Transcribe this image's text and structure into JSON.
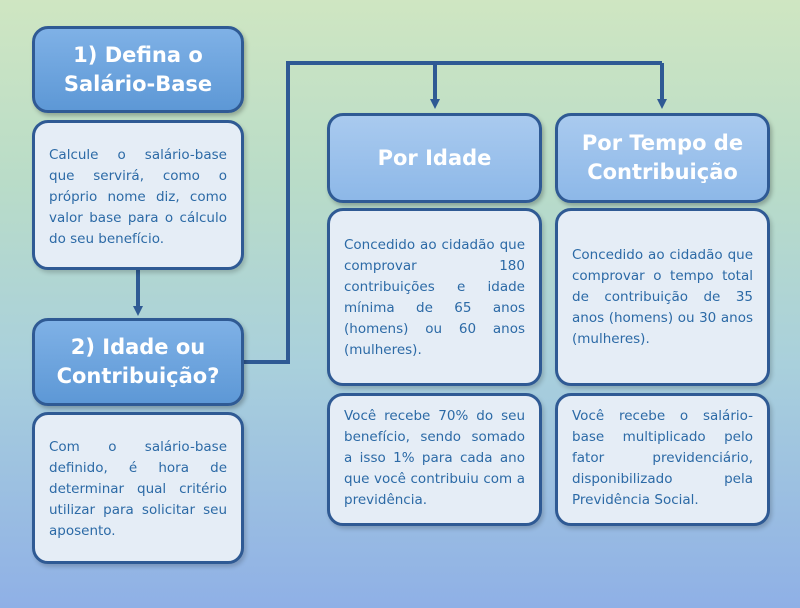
{
  "step1": {
    "title_line1": "1) Defina o",
    "title_line2": "Salário-Base",
    "text": "Calcule o salário-base que servirá, como o próprio nome diz, como valor base para o cálculo do seu benefício."
  },
  "step2": {
    "title_line1": "2) Idade ou",
    "title_line2": "Contribuição?",
    "text": "Com o salário-base definido, é hora de determinar qual critério utilizar para solicitar seu aposento."
  },
  "idade": {
    "title": "Por Idade",
    "text1": "Concedido ao cidadão que comprovar 180 contribuições e idade mínima de 65 anos (homens) ou 60 anos (mulheres).",
    "text2": "Você recebe 70% do seu benefício, sendo somado a isso 1% para cada ano que você contribuiu com a previdência."
  },
  "tempo": {
    "title_line1": "Por Tempo de",
    "title_line2": "Contribuição",
    "text1": "Concedido ao cidadão que comprovar o tempo total de contribuição de 35 anos (homens) ou 30 anos (mulheres).",
    "text2": "Você recebe o salário-base multiplicado pelo fator previdenciário, disponibilizado pela Previdência Social."
  },
  "colors": {
    "header": "#5d98d6",
    "header_light": "#8db8e8",
    "border": "#2f5a94",
    "card_bg": "#e5edf6",
    "text": "#2c6aa6",
    "connector": "#2f5a94"
  }
}
